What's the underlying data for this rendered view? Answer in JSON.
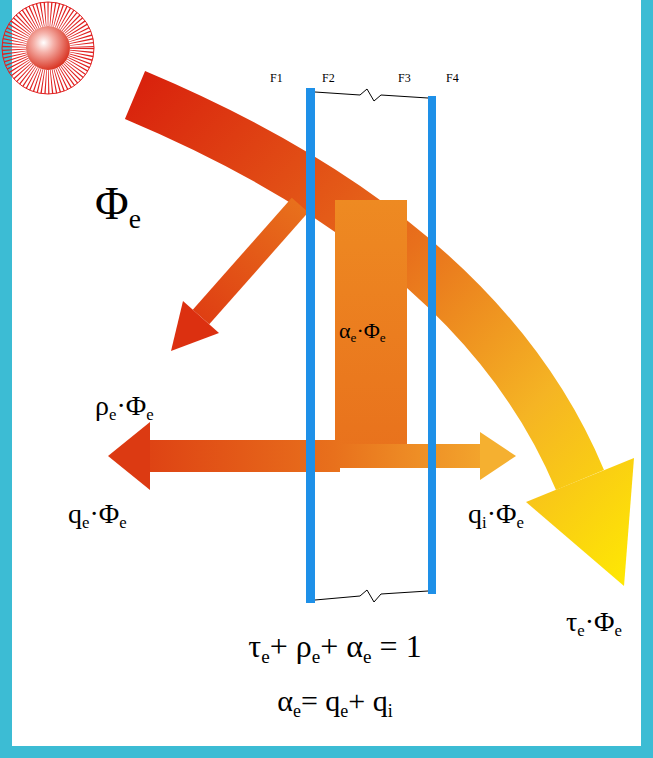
{
  "diagram": {
    "labels": [
      "Φe",
      "ρe·Φe",
      "αe·Φe",
      "τe·Φe",
      "qe·Φe",
      "qi·Φe",
      "F1",
      "F2",
      "F3",
      "F4",
      "τe+ ρe+ αe = 1",
      "αe= qe+ qi"
    ]
  }
}
